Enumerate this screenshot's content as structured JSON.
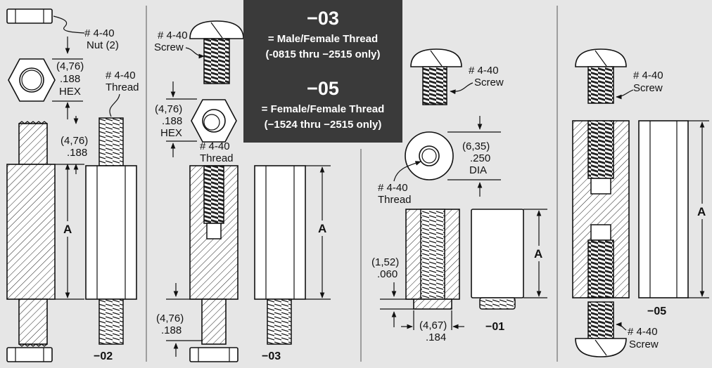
{
  "callout": {
    "title1": "−03",
    "desc1": "= Male/Female Thread",
    "range1": "(-0815 thru −2515 only)",
    "title2": "−05",
    "desc2": "= Female/Female Thread",
    "range2": "(−1524 thru −2515 only)"
  },
  "labels": {
    "nut_thread": "# 4-40",
    "nut_text": "Nut (2)",
    "thread_440": "# 4-40",
    "thread": "Thread",
    "screw_text": "Screw",
    "hex": "HEX",
    "dia": "DIA",
    "a": "A"
  },
  "dims": {
    "mm_476": "(4,76)",
    "in_188": ".188",
    "mm_635": "(6,35)",
    "in_250": ".250",
    "mm_152": "(1,52)",
    "in_060": ".060",
    "mm_467": "(4,67)",
    "in_184": ".184"
  },
  "variants": {
    "v02": "−02",
    "v03": "−03",
    "v01": "−01",
    "v05": "−05"
  }
}
